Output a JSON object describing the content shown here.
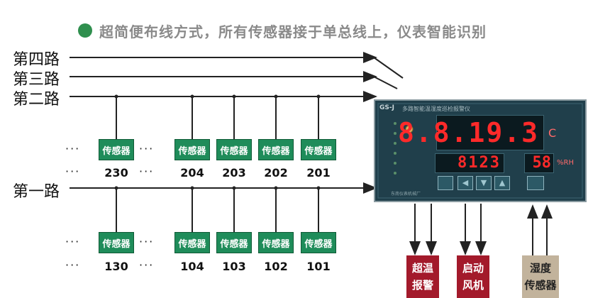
{
  "header": {
    "text": "超简便布线方式，所有传感器接于单总线上，仪表智能识别"
  },
  "routes": {
    "r4": "第四路",
    "r3": "第三路",
    "r2": "第二路",
    "r1": "第一路"
  },
  "sensor_label": "传感器",
  "ellipsis": "···",
  "top_ids": [
    "230",
    "204",
    "203",
    "202",
    "201"
  ],
  "bottom_ids": [
    "130",
    "104",
    "103",
    "102",
    "101"
  ],
  "instrument": {
    "model": "GS-J",
    "title": "多路智能温湿度巡检报警仪",
    "main_display": "8.8.19.3",
    "unit_c": "C",
    "sub_display": "8123",
    "hum_display": "58",
    "unit_rh": "%RH",
    "maker": "东南仪表机械厂"
  },
  "outputs": {
    "alarm": [
      "超温",
      "报警"
    ],
    "fan": [
      "启动",
      "风机"
    ],
    "humidity": [
      "湿度",
      "传感器"
    ]
  },
  "colors": {
    "sensor": "#1f8c5a",
    "header_dot": "#2f8f4e",
    "segment": "#ff2a2a",
    "output_red": "#a31a2b"
  }
}
